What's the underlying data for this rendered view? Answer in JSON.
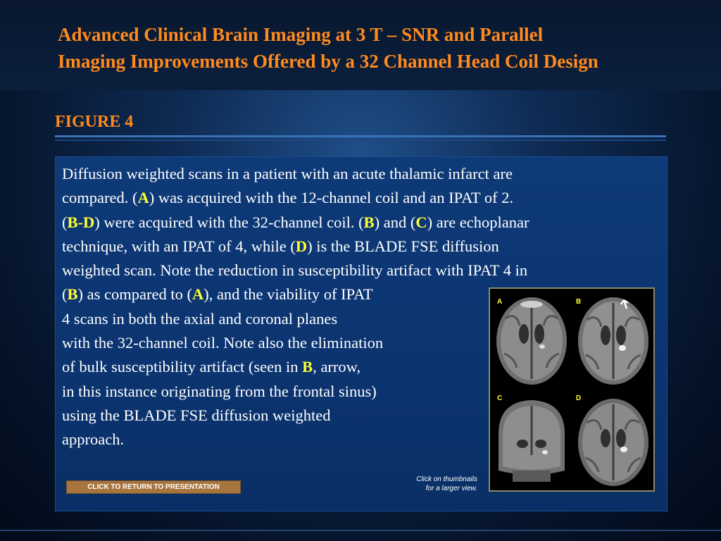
{
  "header": {
    "title_line1": "Advanced Clinical Brain Imaging at 3 T – SNR and Parallel",
    "title_line2": "Imaging Improvements Offered by a 32 Channel Head Coil Design"
  },
  "figure": {
    "label": "FIGURE 4"
  },
  "description": {
    "l1": "Diffusion weighted scans in a patient with an acute thalamic infarct are",
    "l2a": "compared. (",
    "l2b": "A",
    "l2c": ") was acquired with the 12-channel coil and an IPAT of 2.",
    "l3a": "(",
    "l3b": "B-D",
    "l3c": ") were acquired with the 32-channel coil. (",
    "l3d": "B",
    "l3e": ") and (",
    "l3f": "C",
    "l3g": ") are echoplanar",
    "l4a": "technique, with an IPAT of 4, while (",
    "l4b": "D",
    "l4c": ") is the BLADE FSE diffusion",
    "l5": "weighted scan. Note the reduction in susceptibility artifact with IPAT 4 in",
    "l6a": "(",
    "l6b": "B",
    "l6c": ") as compared to (",
    "l6d": "A",
    "l6e": "), and the viability of IPAT",
    "l7": "4 scans in both the axial and coronal planes",
    "l8": "with the 32-channel coil. Note also the elimination",
    "l9a": "of bulk susceptibility artifact (seen in ",
    "l9b": "B",
    "l9c": ", arrow,",
    "l10": "in this instance originating from the frontal sinus)",
    "l11": "using the BLADE FSE diffusion weighted",
    "l12": "approach."
  },
  "thumbnails": {
    "labels": [
      "A",
      "B",
      "C",
      "D"
    ]
  },
  "hint": {
    "line1": "Click on thumbnails",
    "line2": "for a larger view."
  },
  "return_button": {
    "label": "CLICK TO RETURN TO PRESENTATION"
  },
  "colors": {
    "title": "#ff8a1e",
    "highlight": "#ffff33",
    "panel": "#0e3a78",
    "button": "#a8753e"
  }
}
